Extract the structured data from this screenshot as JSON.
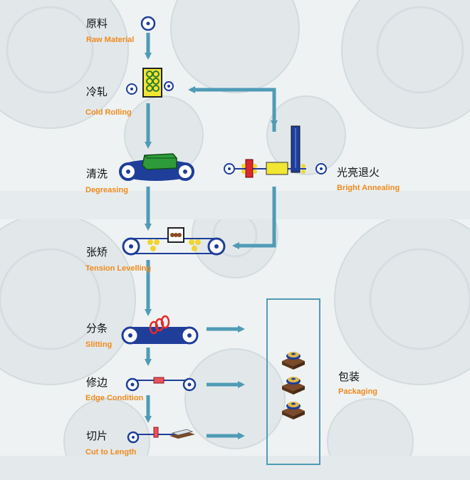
{
  "colors": {
    "arrow": "#4f9bb6",
    "label_en": "#f08a1c",
    "belt": "#1f3e9a",
    "roll": "#1f3e9a"
  },
  "steps": {
    "raw_material": {
      "zh": "原料",
      "en": "Raw Material"
    },
    "cold_rolling": {
      "zh": "冷轧",
      "en": "Cold Rolling"
    },
    "degreasing": {
      "zh": "清洗",
      "en": "Degreasing"
    },
    "bright_annealing": {
      "zh": "光亮退火",
      "en": "Bright Annealing"
    },
    "tension_levelling": {
      "zh": "张矫",
      "en": "Tension Levelling"
    },
    "slitting": {
      "zh": "分条",
      "en": "Slitting"
    },
    "edge_condition": {
      "zh": "修边",
      "en": "Edge Condition"
    },
    "cut_to_length": {
      "zh": "切片",
      "en": "Cut to Length"
    },
    "packaging": {
      "zh": "包装",
      "en": "Packaging"
    }
  },
  "icons": [
    "coil-icon",
    "rolling-mill-icon",
    "degreasing-tank-icon",
    "annealing-furnace-icon",
    "leveller-icon",
    "slitting-knife-icon",
    "edge-trimmer-icon",
    "shear-icon",
    "packaged-coil-icon"
  ]
}
